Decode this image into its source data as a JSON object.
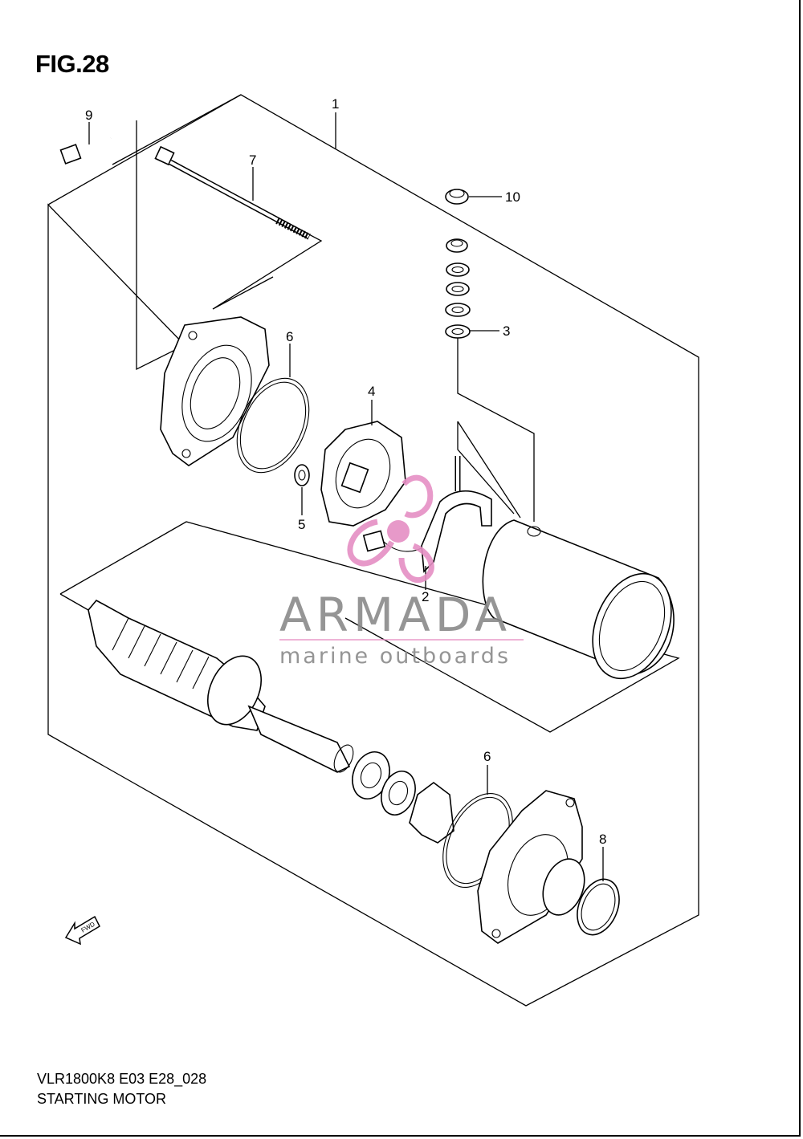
{
  "figure": {
    "title": "FIG.28",
    "model_code": "VLR1800K8 E03 E28_028",
    "name": "STARTING MOTOR"
  },
  "callouts": [
    {
      "number": "1"
    },
    {
      "number": "2"
    },
    {
      "number": "3"
    },
    {
      "number": "4"
    },
    {
      "number": "5"
    },
    {
      "number": "6"
    },
    {
      "number": "6"
    },
    {
      "number": "7"
    },
    {
      "number": "8"
    },
    {
      "number": "9"
    },
    {
      "number": "10"
    }
  ],
  "watermark": {
    "brand": "ARMADA",
    "tagline": "marine outboards",
    "logo_color": "#e58fc4",
    "text_color": "#8a8a8a"
  },
  "fwd_arrow": {
    "label": "FWD"
  }
}
